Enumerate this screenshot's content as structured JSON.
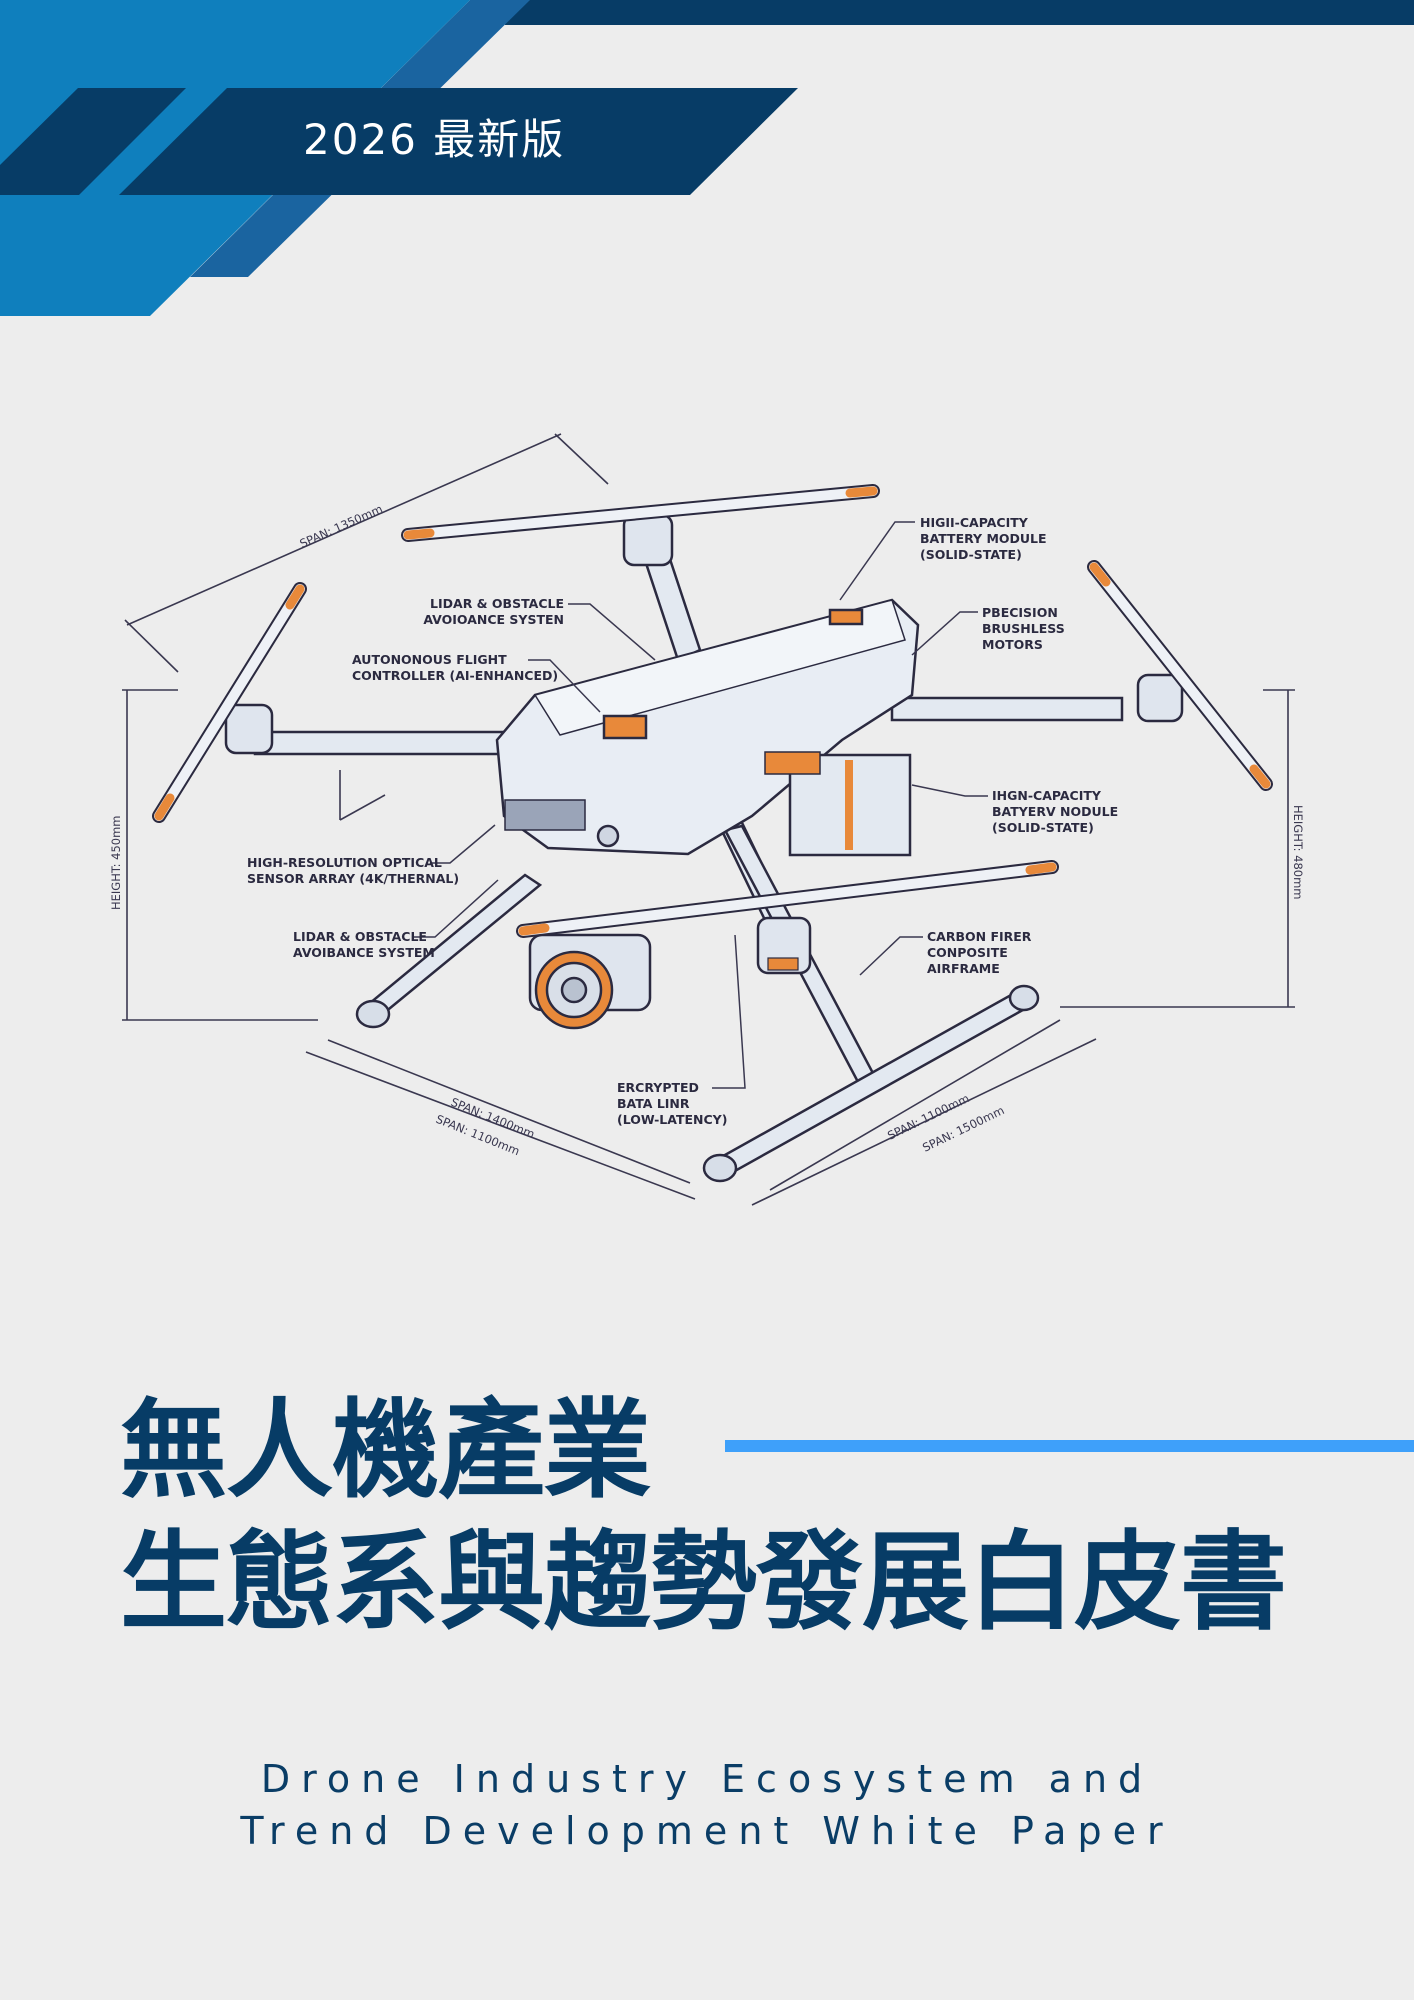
{
  "colors": {
    "background": "#ededed",
    "navy": "#073c66",
    "brand_blue": "#0f7fbd",
    "mid_blue": "#1a64a0",
    "accent_line": "#3ea0fa",
    "drone_orange": "#e8893a"
  },
  "header": {
    "edition": "2026 最新版"
  },
  "illustration": {
    "callouts": [
      {
        "lines": [
          "HIGII-CAPACITY",
          "BATTERY MODULE",
          "(SOLID-STATE)"
        ]
      },
      {
        "lines": [
          "PBECISION",
          "BRUSHLESS",
          "MOTORS"
        ]
      },
      {
        "lines": [
          "LIDAR & OBSTACLE",
          "AVOIOANCE SYSTEN"
        ]
      },
      {
        "lines": [
          "AUTONONOUS FLIGHT",
          "CONTROLLER (AI-ENHANCED)"
        ]
      },
      {
        "lines": [
          "IHGN-CAPACITY",
          "BATYERV NODULE",
          "(SOLID-STATE)"
        ]
      },
      {
        "lines": [
          "HIGH-RESOLUTION OPTICAL",
          "SENSOR ARRAY (4K/THERNAL)"
        ]
      },
      {
        "lines": [
          "LIDAR & OBSTACLE",
          "AVOIBANCE SYSTEM"
        ]
      },
      {
        "lines": [
          "CARBON FIRER",
          "CONPOSITE",
          "AIRFRAME"
        ]
      },
      {
        "lines": [
          "ERCRYPTED",
          "BATA LINR",
          "(LOW-LATENCY)"
        ]
      }
    ],
    "dimensions": {
      "top_span": "SPAN: 1350mm",
      "left_height": "HEIGHT: 450mm",
      "right_height": "HEIGHT: 480mm",
      "bottom_left_a": "SPAN: 1400mm",
      "bottom_left_b": "SPAN: 1100mm",
      "bottom_right_a": "SPAN: 1100mm",
      "bottom_right_b": "SPAN: 1500mm"
    }
  },
  "title": {
    "line1": "無人機產業",
    "line2": "生態系與趨勢發展白皮書"
  },
  "subtitle": {
    "line1": "Drone Industry Ecosystem and",
    "line2": "Trend Development White Paper"
  }
}
